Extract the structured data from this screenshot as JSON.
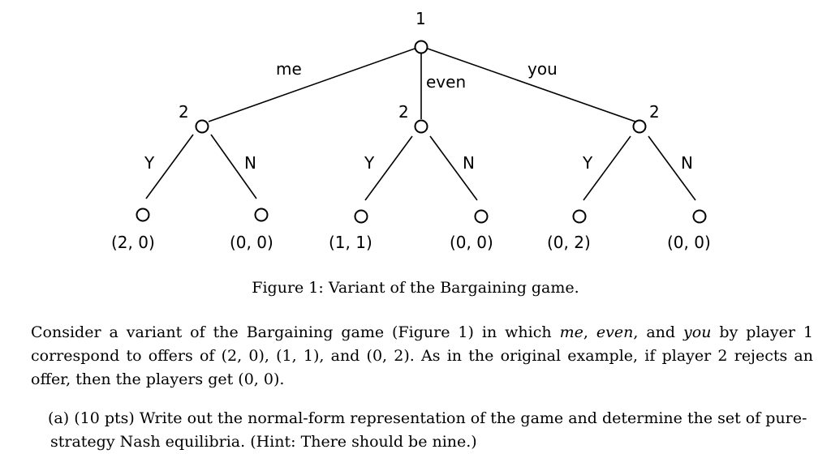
{
  "tree": {
    "root_player": "1",
    "actions": [
      "me",
      "even",
      "you"
    ],
    "player2_label": "2",
    "responses": [
      "Y",
      "N"
    ],
    "payoffs": [
      "(2, 0)",
      "(0, 0)",
      "(1, 1)",
      "(0, 0)",
      "(0, 2)",
      "(0, 0)"
    ]
  },
  "caption": "Figure 1: Variant of the Bargaining game.",
  "paragraph": {
    "p1": "Consider a variant of the Bargaining game (Figure 1) in which ",
    "me": "me",
    "p2": ", ",
    "even": "even",
    "p3": ", and ",
    "you": "you",
    "p4": " by player 1 correspond to offers of (2, 0), (1, 1), and (0, 2). As in the original example, if player 2 rejects an offer, then the players get (0, 0)."
  },
  "question": {
    "label": "(a)",
    "text": "(10 pts) Write out the normal-form representation of the game and determine the set of pure-strategy Nash equilibria. (Hint: There should be nine.)"
  }
}
